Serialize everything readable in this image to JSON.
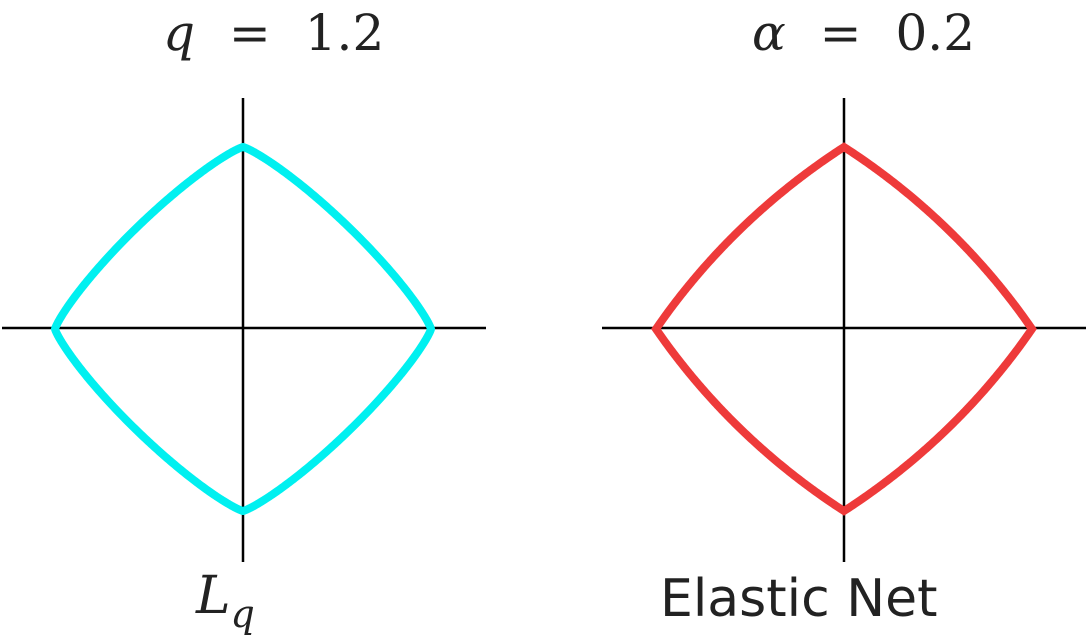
{
  "panels": [
    {
      "title": {
        "symbol": "q",
        "equals": "=",
        "value": "1.2"
      },
      "caption": {
        "main": "L",
        "subscript": "q"
      },
      "stroke_color": "#00f0f0",
      "shape": "Lq norm ball",
      "parameter": {
        "q": 1.2
      }
    },
    {
      "title": {
        "symbol": "α",
        "equals": "=",
        "value": "0.2"
      },
      "caption": {
        "main": "Elastic Net"
      },
      "stroke_color": "#ee3a3a",
      "shape": "elastic net ball",
      "parameter": {
        "alpha": 0.2
      }
    }
  ],
  "colors": {
    "axis": "#000000",
    "text": "#222222",
    "background": "#ffffff"
  }
}
